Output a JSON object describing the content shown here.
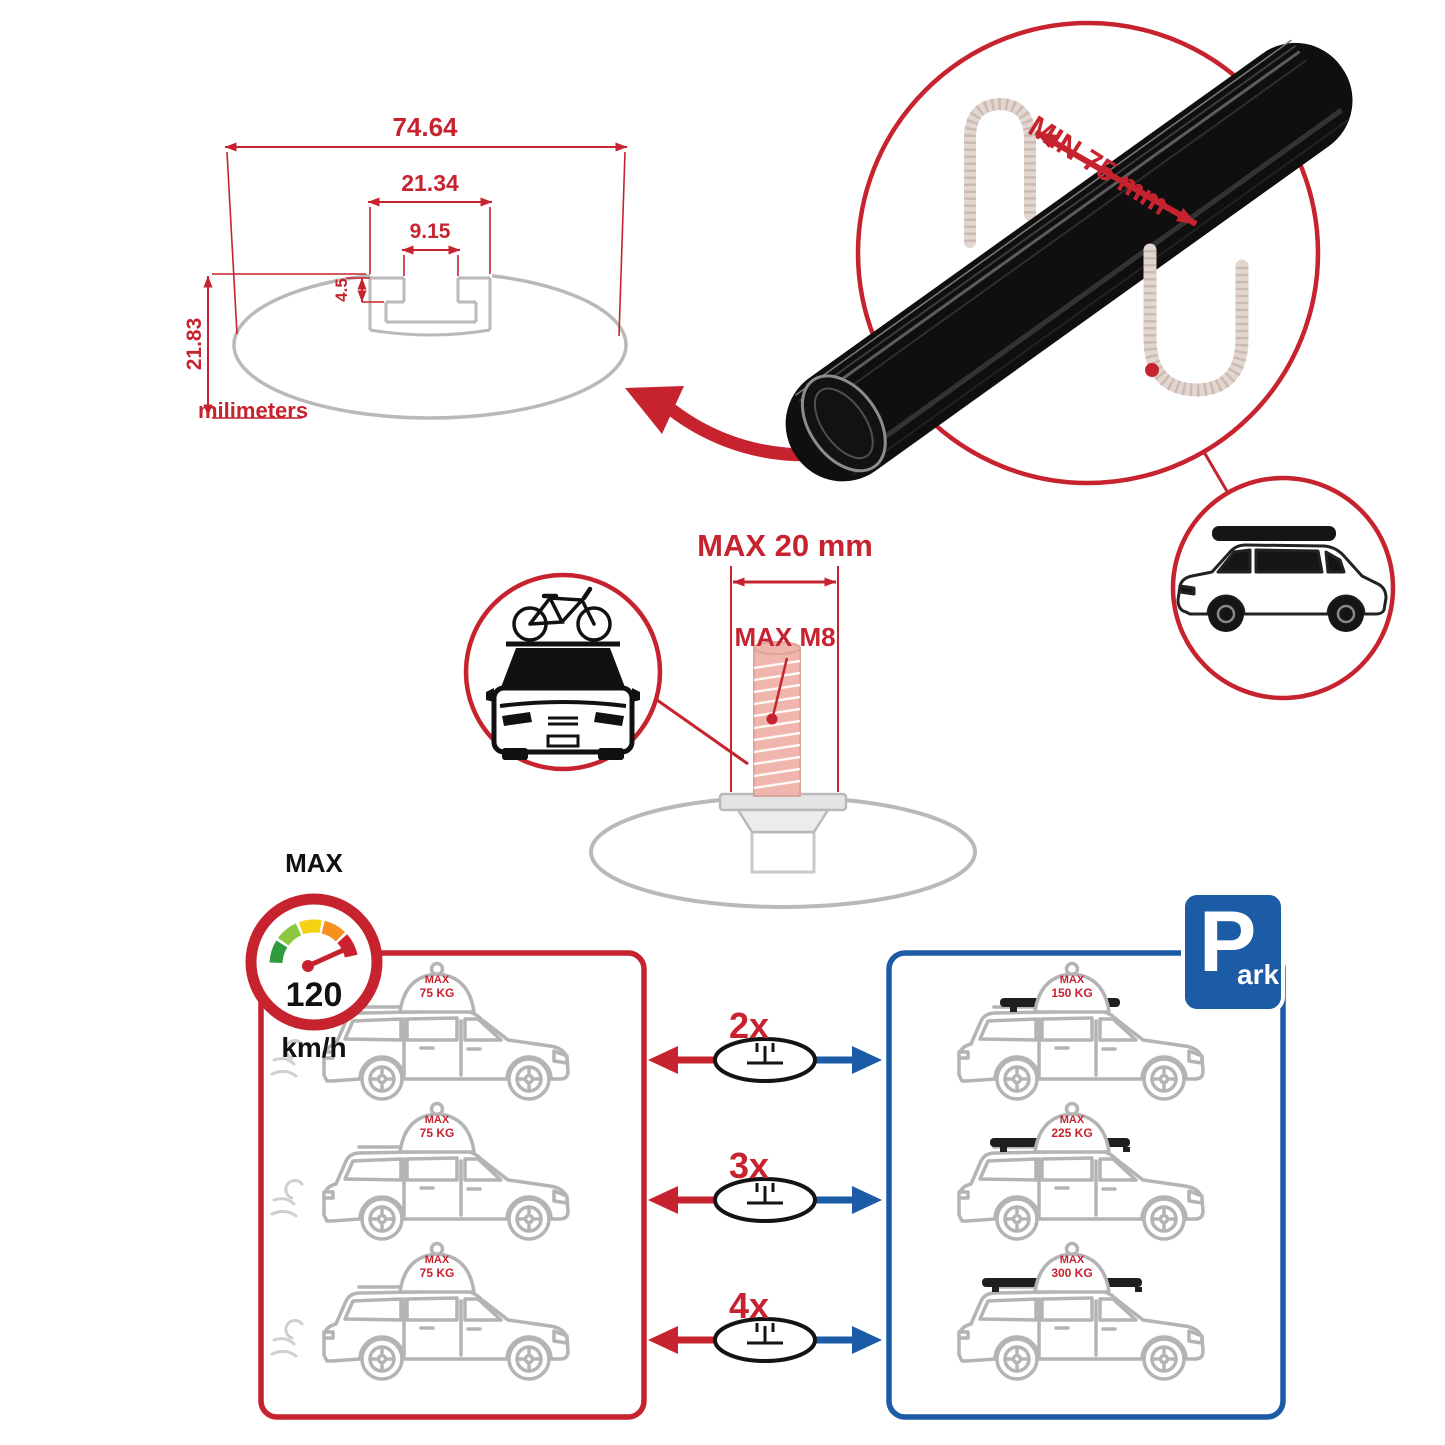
{
  "colors": {
    "red": "#c6232f",
    "blue": "#1c5ba6",
    "gray": "#b9b9b9",
    "dark": "#111111"
  },
  "cross_section": {
    "total_width": "74.64",
    "channel_width": "21.34",
    "slot_width": "9.15",
    "slot_depth": "4.5",
    "total_height": "21.83",
    "units_label": "milimeters"
  },
  "clamp_detail": {
    "min_grip_label": "MIN 75 mm"
  },
  "bolt_detail": {
    "max_length_label": "MAX 20 mm",
    "max_thread_label": "MAX M8"
  },
  "speed_limit": {
    "label": "MAX",
    "value": "120",
    "unit": "km/h"
  },
  "parking_sign": {
    "letter": "P",
    "suffix": "ark"
  },
  "capacity": {
    "rows": [
      {
        "multiplier": "2x",
        "left": {
          "max": "MAX",
          "load": "75 KG"
        },
        "right": {
          "max": "MAX",
          "load": "150 KG"
        }
      },
      {
        "multiplier": "3x",
        "left": {
          "max": "MAX",
          "load": "75 KG"
        },
        "right": {
          "max": "MAX",
          "load": "225 KG"
        }
      },
      {
        "multiplier": "4x",
        "left": {
          "max": "MAX",
          "load": "75 KG"
        },
        "right": {
          "max": "MAX",
          "load": "300 KG"
        }
      }
    ]
  }
}
